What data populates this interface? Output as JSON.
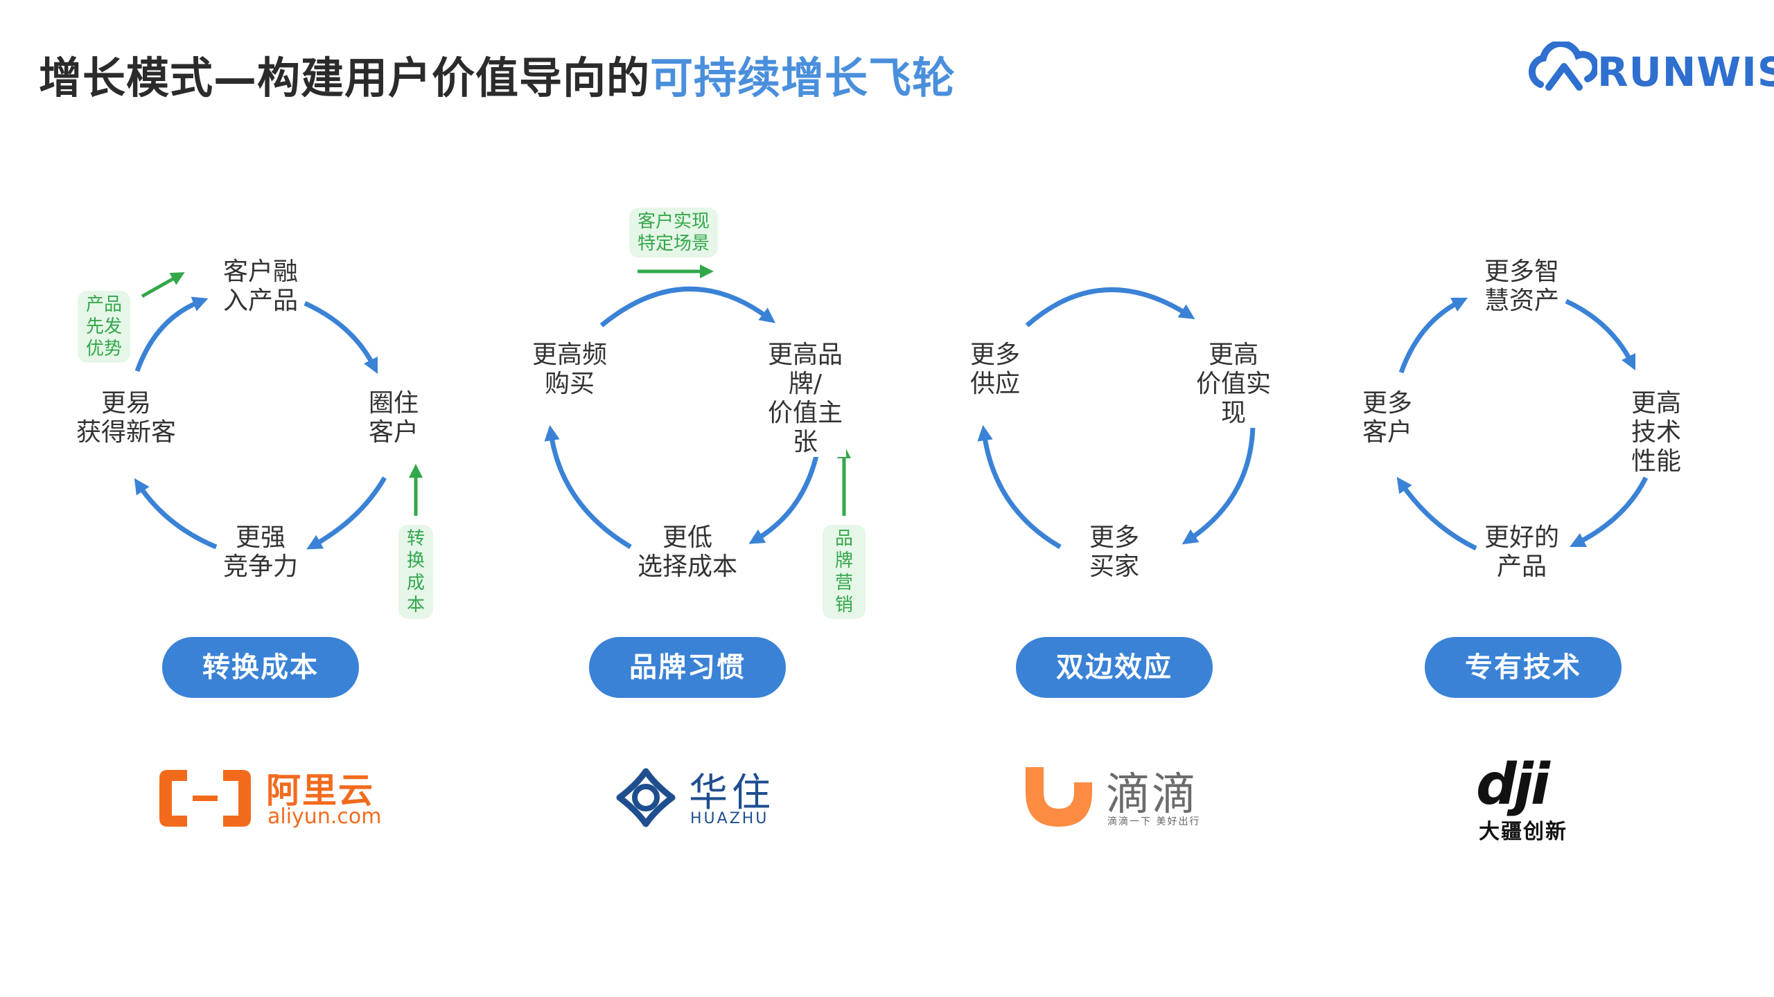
{
  "header": {
    "title_main": "增长模式—构建用户价值导向的",
    "title_highlight": "可持续增长飞轮",
    "brand": "RUNWISE"
  },
  "colors": {
    "accent": "#3a82d6",
    "green": "#33a84a",
    "tag_bg": "#e6f6e8",
    "text": "#333333"
  },
  "panels": [
    {
      "nodes": [
        "客户融\n入产品",
        "圈住\n客户",
        "更强\n竞争力",
        "更易\n获得新客"
      ],
      "tags": [
        "产品\n先发\n优势",
        "转换成本"
      ],
      "pill": "转换成本",
      "logo": {
        "cn": "阿里云",
        "en": "aliyun.com",
        "icon": "aliyun-bracket-icon"
      }
    },
    {
      "nodes": [
        "更高品牌/\n价值主张",
        "更低\n选择成本",
        "更高频\n购买"
      ],
      "tags": [
        "客户实现\n特定场景",
        "品牌营销"
      ],
      "pill": "品牌习惯",
      "logo": {
        "cn": "华住",
        "en": "HUAZHU",
        "icon": "huazhu-knot-icon"
      }
    },
    {
      "nodes": [
        "更高\n价值实现",
        "更多\n买家",
        "更多\n供应"
      ],
      "tags": [],
      "pill": "双边效应",
      "logo": {
        "cn": "滴滴",
        "sub": "滴滴一下 美好出行",
        "icon": "didi-d-icon"
      }
    },
    {
      "nodes": [
        "更多智\n慧资产",
        "更高\n技术性能",
        "更好的\n产品",
        "更多\n客户"
      ],
      "tags": [],
      "pill": "专有技术",
      "logo": {
        "en": "dji",
        "cn": "大疆创新",
        "icon": "dji-wordmark"
      }
    }
  ]
}
